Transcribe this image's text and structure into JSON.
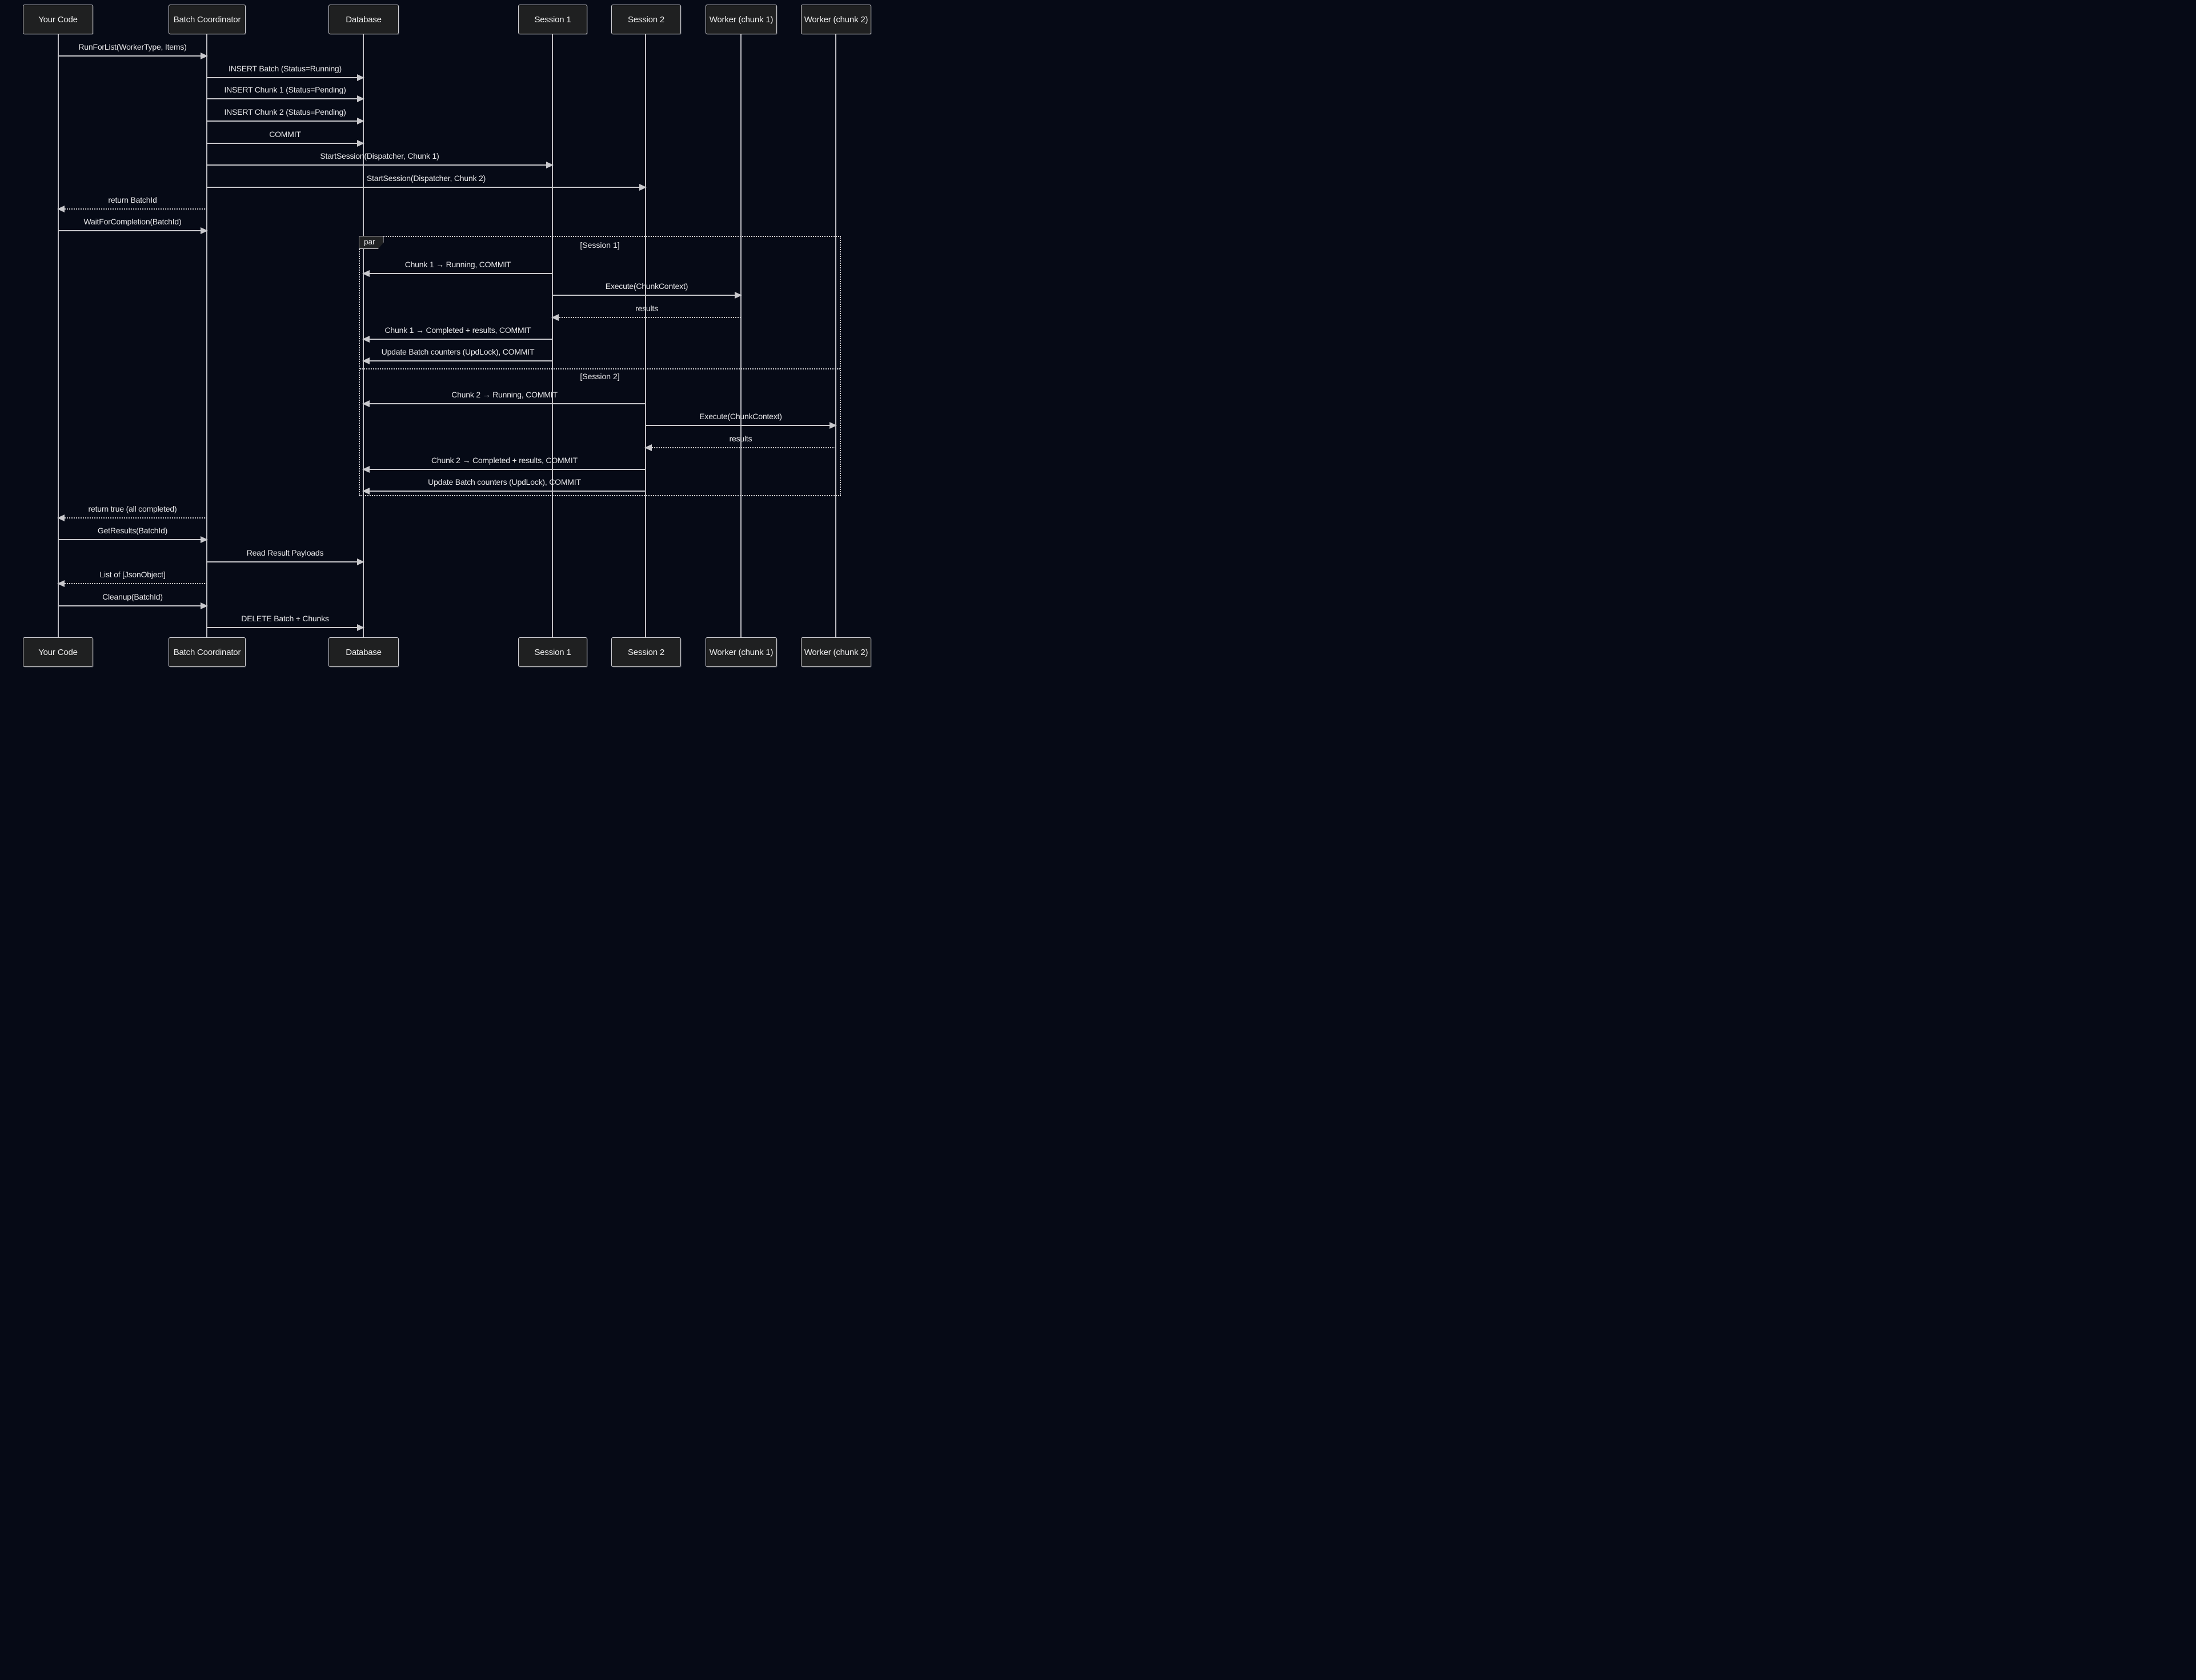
{
  "diagram": {
    "type": "sequence-diagram",
    "colors": {
      "background": "#060a16",
      "actor_fill": "#1f2021",
      "actor_border": "#cfcfd4",
      "line": "#c8c8cc",
      "text": "#e8e8ea"
    },
    "actors": [
      {
        "label": "Your Code"
      },
      {
        "label": "Batch Coordinator"
      },
      {
        "label": "Database"
      },
      {
        "label": "Session 1"
      },
      {
        "label": "Session 2"
      },
      {
        "label": "Worker (chunk 1)"
      },
      {
        "label": "Worker (chunk 2)"
      }
    ],
    "par_block": {
      "label": "par",
      "sections": [
        {
          "label": "[Session 1]"
        },
        {
          "label": "[Session 2]"
        }
      ]
    },
    "messages": [
      {
        "from": "Your Code",
        "to": "Batch Coordinator",
        "label": "RunForList(WorkerType, Items)",
        "line": "solid"
      },
      {
        "from": "Batch Coordinator",
        "to": "Database",
        "label": "INSERT Batch (Status=Running)",
        "line": "solid"
      },
      {
        "from": "Batch Coordinator",
        "to": "Database",
        "label": "INSERT Chunk 1 (Status=Pending)",
        "line": "solid"
      },
      {
        "from": "Batch Coordinator",
        "to": "Database",
        "label": "INSERT Chunk 2 (Status=Pending)",
        "line": "solid"
      },
      {
        "from": "Batch Coordinator",
        "to": "Database",
        "label": "COMMIT",
        "line": "solid"
      },
      {
        "from": "Batch Coordinator",
        "to": "Session 1",
        "label": "StartSession(Dispatcher, Chunk 1)",
        "line": "solid"
      },
      {
        "from": "Batch Coordinator",
        "to": "Session 2",
        "label": "StartSession(Dispatcher, Chunk 2)",
        "line": "solid"
      },
      {
        "from": "Batch Coordinator",
        "to": "Your Code",
        "label": "return BatchId",
        "line": "dashed"
      },
      {
        "from": "Your Code",
        "to": "Batch Coordinator",
        "label": "WaitForCompletion(BatchId)",
        "line": "solid"
      },
      {
        "from": "Session 1",
        "to": "Database",
        "label": "Chunk 1 → Running, COMMIT",
        "line": "solid"
      },
      {
        "from": "Session 1",
        "to": "Worker (chunk 1)",
        "label": "Execute(ChunkContext)",
        "line": "solid"
      },
      {
        "from": "Worker (chunk 1)",
        "to": "Session 1",
        "label": "results",
        "line": "dashed"
      },
      {
        "from": "Session 1",
        "to": "Database",
        "label": "Chunk 1 → Completed + results, COMMIT",
        "line": "solid"
      },
      {
        "from": "Session 1",
        "to": "Database",
        "label": "Update Batch counters (UpdLock), COMMIT",
        "line": "solid"
      },
      {
        "from": "Session 2",
        "to": "Database",
        "label": "Chunk 2 → Running, COMMIT",
        "line": "solid"
      },
      {
        "from": "Session 2",
        "to": "Worker (chunk 2)",
        "label": "Execute(ChunkContext)",
        "line": "solid"
      },
      {
        "from": "Worker (chunk 2)",
        "to": "Session 2",
        "label": "results",
        "line": "dashed"
      },
      {
        "from": "Session 2",
        "to": "Database",
        "label": "Chunk 2 → Completed + results, COMMIT",
        "line": "solid"
      },
      {
        "from": "Session 2",
        "to": "Database",
        "label": "Update Batch counters (UpdLock), COMMIT",
        "line": "solid"
      },
      {
        "from": "Batch Coordinator",
        "to": "Your Code",
        "label": "return true (all completed)",
        "line": "dashed"
      },
      {
        "from": "Your Code",
        "to": "Batch Coordinator",
        "label": "GetResults(BatchId)",
        "line": "solid"
      },
      {
        "from": "Batch Coordinator",
        "to": "Database",
        "label": "Read Result Payloads",
        "line": "solid"
      },
      {
        "from": "Batch Coordinator",
        "to": "Your Code",
        "label": "List of [JsonObject]",
        "line": "dashed"
      },
      {
        "from": "Your Code",
        "to": "Batch Coordinator",
        "label": "Cleanup(BatchId)",
        "line": "solid"
      },
      {
        "from": "Batch Coordinator",
        "to": "Database",
        "label": "DELETE Batch + Chunks",
        "line": "solid"
      }
    ]
  }
}
